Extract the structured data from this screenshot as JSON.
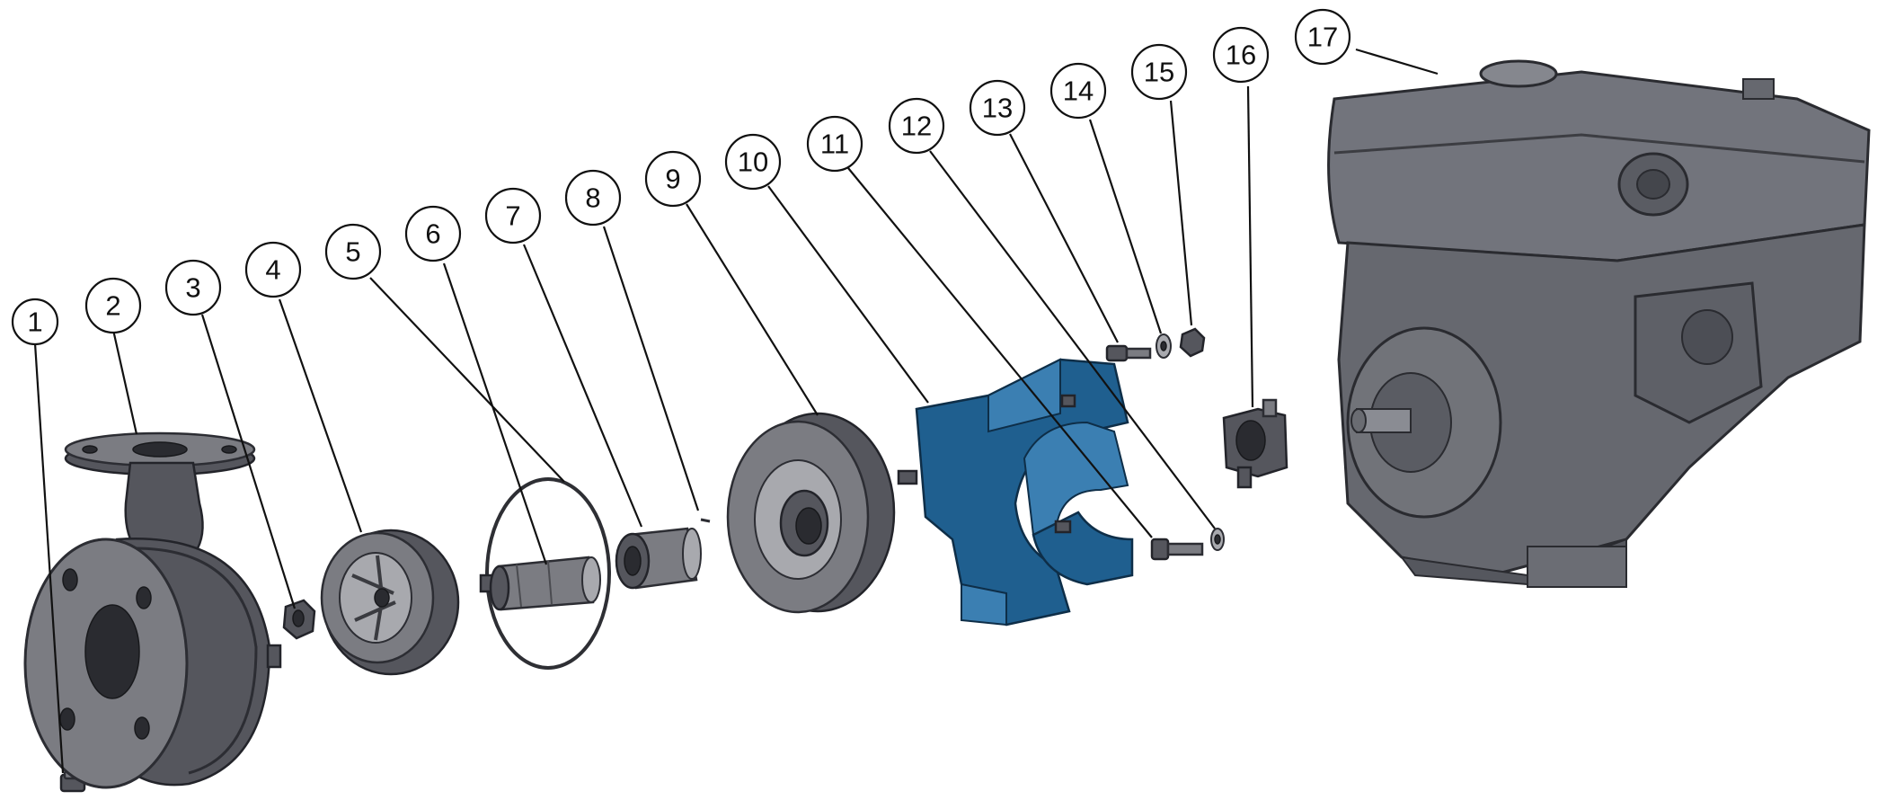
{
  "title": "Pump exploded view",
  "balloons": [
    {
      "id": 1,
      "label": "1"
    },
    {
      "id": 2,
      "label": "2"
    },
    {
      "id": 3,
      "label": "3"
    },
    {
      "id": 4,
      "label": "4"
    },
    {
      "id": 5,
      "label": "5"
    },
    {
      "id": 6,
      "label": "6"
    },
    {
      "id": 7,
      "label": "7"
    },
    {
      "id": 8,
      "label": "8"
    },
    {
      "id": 9,
      "label": "9"
    },
    {
      "id": 10,
      "label": "10"
    },
    {
      "id": 11,
      "label": "11"
    },
    {
      "id": 12,
      "label": "12"
    },
    {
      "id": 13,
      "label": "13"
    },
    {
      "id": 14,
      "label": "14"
    },
    {
      "id": 15,
      "label": "15"
    },
    {
      "id": 16,
      "label": "16"
    },
    {
      "id": 17,
      "label": "17"
    }
  ],
  "colors": {
    "metal": "#7b7c82",
    "metal_dark": "#55565d",
    "coupling_blue": "#1f5f8f",
    "engine": "#6e7078"
  }
}
